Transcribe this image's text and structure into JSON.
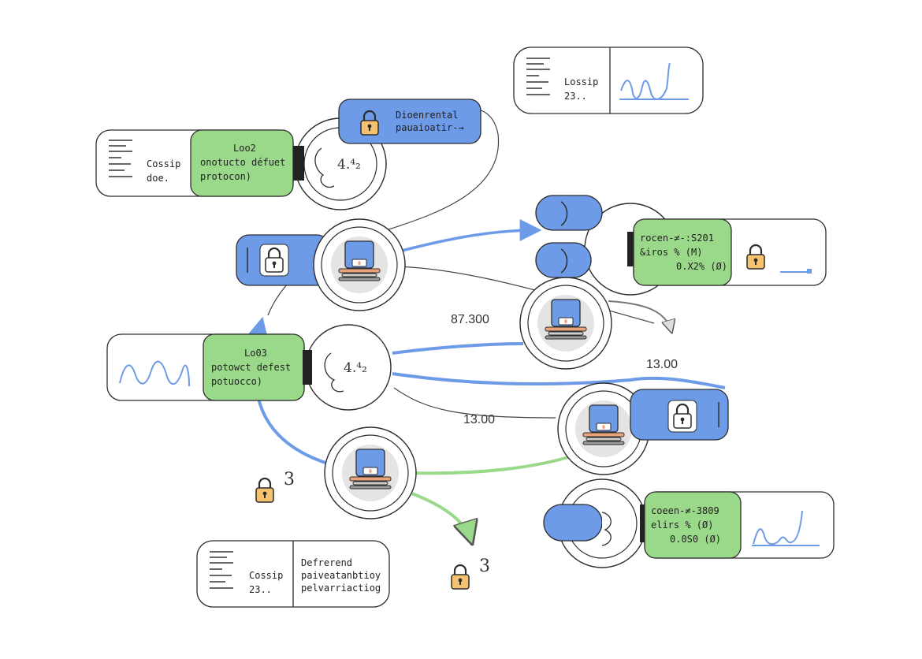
{
  "colors": {
    "blue": "#6d9be8",
    "green": "#9ad98a",
    "lock_body": "#f5c36f",
    "outline": "#2d2d2d",
    "device_base": "#e8a37a"
  },
  "cards": {
    "top_right": {
      "text1": "Lossip",
      "text2": "23.."
    },
    "left_top": {
      "text1": "Cossip",
      "text2": "doe.",
      "green1": "Loo2",
      "green2": "onotucto  défuet",
      "green3": "protocon)"
    },
    "left_mid": {
      "green1": "Lo03",
      "green2": "potowct  defest",
      "green3": "potuocco)"
    },
    "right_top": {
      "green1": "rocen-≠-:S201",
      "green2": "&iros    % (M)",
      "green3": "0.X2% (Ø)"
    },
    "right_bottom": {
      "green1": "coeen-≠-3809",
      "green2": "elirs   % (Ø)",
      "green3": "0.0S0 (Ø)"
    },
    "bottom": {
      "text1": "Cossip",
      "text2": "23..",
      "right1": "Defrerend",
      "right2": "paiveatanbtioy",
      "right3": "pelvarriactiog"
    }
  },
  "blue_pill": {
    "line1": "Dioenrental",
    "line2": "pauaioatir-→"
  },
  "dials": {
    "upper": "4.⁴₂",
    "middle": "4.⁴₂"
  },
  "edge_labels": {
    "label_a": "87.300",
    "label_b": "13.00",
    "label_c": "13.00"
  },
  "lock_numbers": {
    "left": "3",
    "bottom": "3"
  },
  "icons": [
    "lock-icon",
    "laptop-icon",
    "waveform-icon",
    "document-lines-icon"
  ]
}
